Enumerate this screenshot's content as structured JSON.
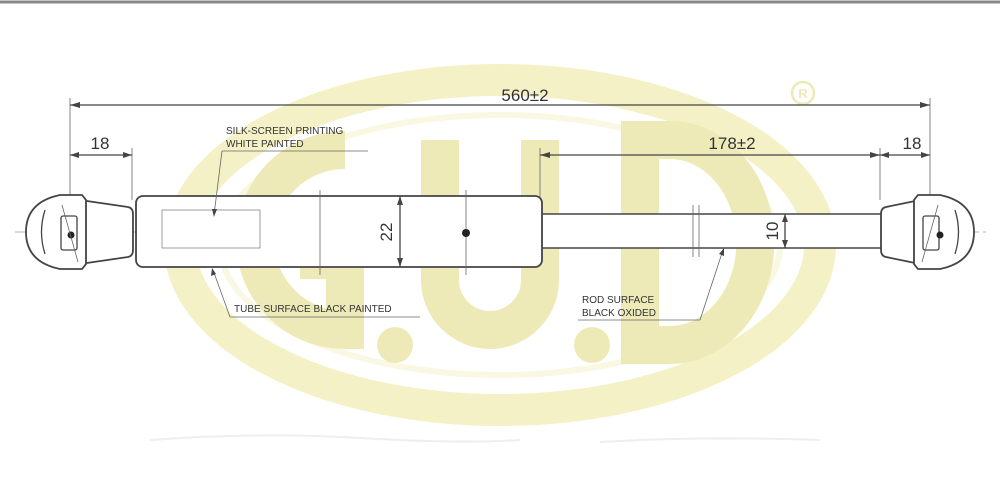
{
  "dimensions": {
    "overall_length": "560±2",
    "left_end_length": "18",
    "right_end_length": "18",
    "stroke_length": "178±2",
    "tube_diameter": "22",
    "rod_diameter": "10"
  },
  "notes": {
    "silk_screen_line1": "SILK-SCREEN PRINTING",
    "silk_screen_line2": "WHITE PAINTED",
    "tube_surface": "TUBE SURFACE BLACK PAINTED",
    "rod_surface_line1": "ROD SURFACE",
    "rod_surface_line2": "BLACK OXIDED"
  },
  "watermark": {
    "text": "G.U.D",
    "registered_mark": "®",
    "ellipse_color": "#f4f0c2",
    "letter_color": "#eceab0"
  },
  "colors": {
    "line": "#444444",
    "text": "#333333",
    "frame": "#888888"
  }
}
